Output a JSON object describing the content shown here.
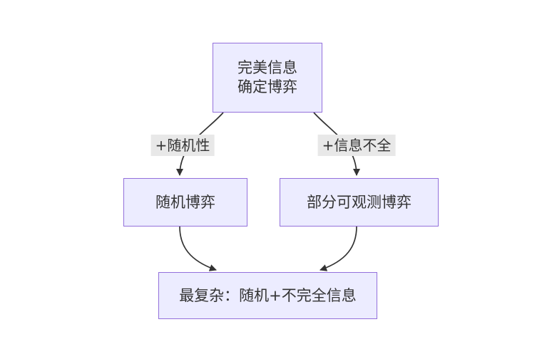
{
  "diagram": {
    "type": "flowchart",
    "direction": "top-down",
    "colors": {
      "node_fill": "#ECECFF",
      "node_border": "#9370DB",
      "edge_color": "#333333",
      "label_bg": "#e8e8e8",
      "text_color": "#333333",
      "canvas_bg": "#ffffff"
    },
    "nodes": {
      "top": {
        "lines": [
          "完美信息",
          "确定博弈"
        ]
      },
      "left": {
        "label": "随机博弈"
      },
      "right": {
        "label": "部分可观测博弈"
      },
      "bottom": {
        "label": "最复杂：随机+不完全信息"
      }
    },
    "edge_labels": {
      "randomness": "+随机性",
      "incomplete_info": "+信息不全"
    },
    "edges": [
      {
        "from": "完美信息 确定博弈",
        "to": "随机博弈",
        "label": "+随机性"
      },
      {
        "from": "完美信息 确定博弈",
        "to": "部分可观测博弈",
        "label": "+信息不全"
      },
      {
        "from": "随机博弈",
        "to": "最复杂：随机+不完全信息",
        "label": ""
      },
      {
        "from": "部分可观测博弈",
        "to": "最复杂：随机+不完全信息",
        "label": ""
      }
    ]
  }
}
